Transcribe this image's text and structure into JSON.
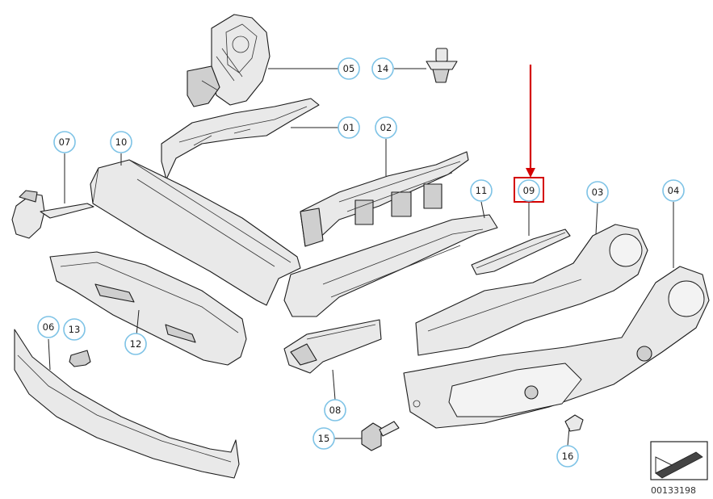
{
  "callouts": [
    {
      "id": "01",
      "label": "01"
    },
    {
      "id": "02",
      "label": "02"
    },
    {
      "id": "03",
      "label": "03"
    },
    {
      "id": "04",
      "label": "04"
    },
    {
      "id": "05",
      "label": "05"
    },
    {
      "id": "06",
      "label": "06"
    },
    {
      "id": "07",
      "label": "07"
    },
    {
      "id": "08",
      "label": "08"
    },
    {
      "id": "09",
      "label": "09"
    },
    {
      "id": "10",
      "label": "10"
    },
    {
      "id": "11",
      "label": "11"
    },
    {
      "id": "12",
      "label": "12"
    },
    {
      "id": "13",
      "label": "13"
    },
    {
      "id": "14",
      "label": "14"
    },
    {
      "id": "15",
      "label": "15"
    },
    {
      "id": "16",
      "label": "16"
    }
  ],
  "highlighted_callout": "09",
  "diagram_reference": "00133198",
  "colors": {
    "callout_ring": "#7ec3e6",
    "highlight": "#d40000",
    "part_fill": "#e9e9e9",
    "line": "#1c1c1c"
  }
}
